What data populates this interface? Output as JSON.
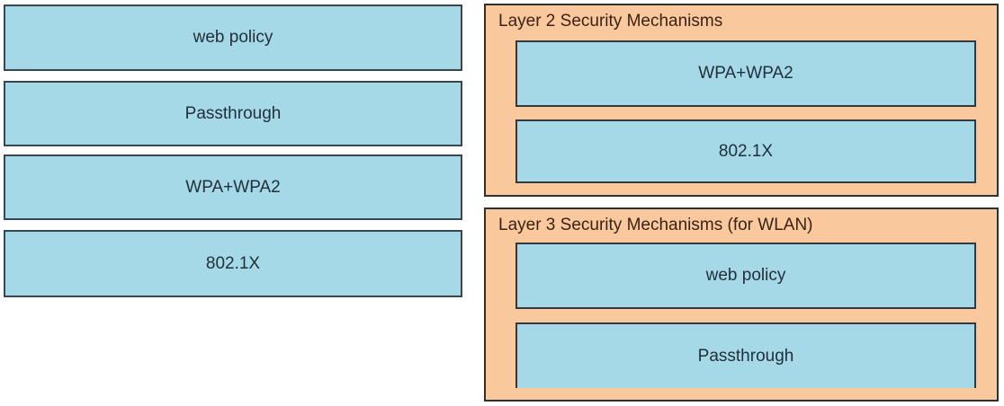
{
  "question": {
    "kind": "drag-and-drop matching",
    "colors": {
      "token_fill": "#a5d9e8",
      "token_border": "#3a464d",
      "container_fill": "#f9c89d",
      "container_border": "#2f2f2f",
      "title_text": "#3b2214",
      "label_text": "#223039",
      "background": "#ffffff"
    }
  },
  "sources": [
    {
      "label": "web policy"
    },
    {
      "label": "Passthrough"
    },
    {
      "label": "WPA+WPA2"
    },
    {
      "label": "802.1X"
    }
  ],
  "targets": [
    {
      "title": "Layer 2 Security Mechanisms",
      "items": [
        {
          "label": "WPA+WPA2"
        },
        {
          "label": "802.1X"
        }
      ]
    },
    {
      "title": "Layer 3 Security Mechanisms (for WLAN)",
      "items": [
        {
          "label": "web policy"
        },
        {
          "label": "Passthrough"
        }
      ]
    }
  ]
}
